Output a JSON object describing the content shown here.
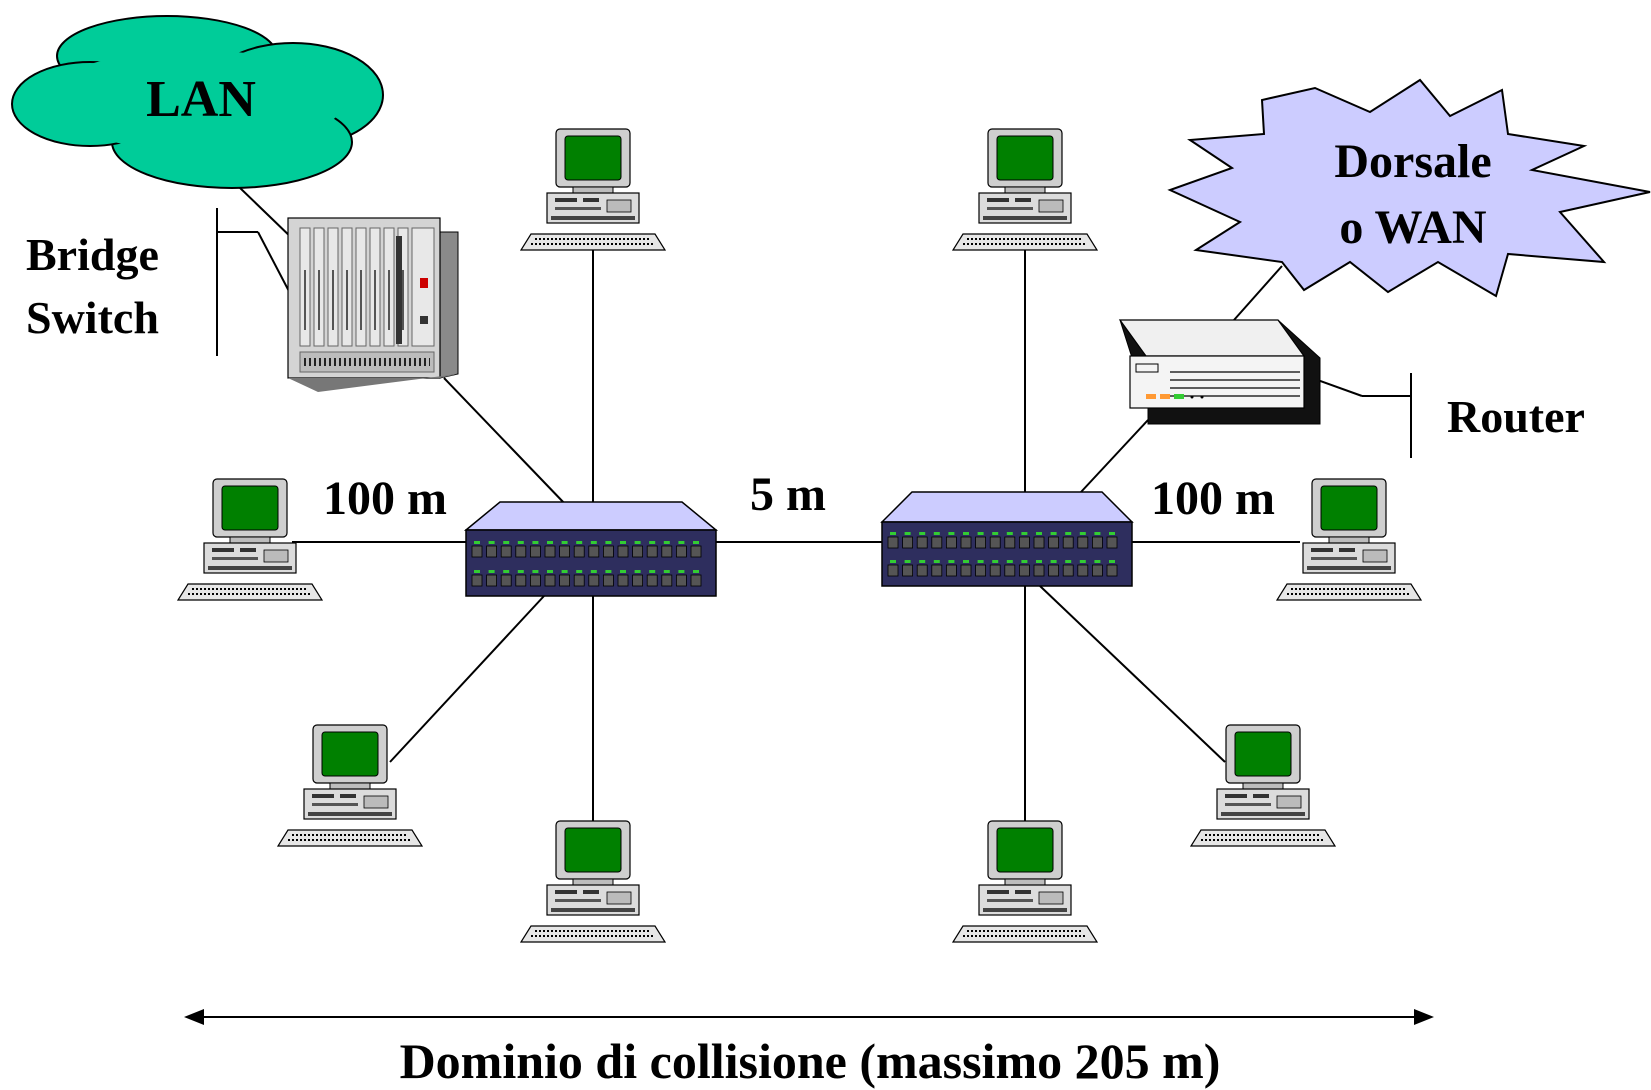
{
  "labels": {
    "lan": "LAN",
    "bridge": "Bridge",
    "switch": "Switch",
    "wan_line1": "Dorsale",
    "wan_line2": "o WAN",
    "router": "Router",
    "dist_left": "100 m",
    "dist_center": "5 m",
    "dist_right": "100 m",
    "collision_domain": "Dominio di collisione (massimo 205 m)"
  },
  "colors": {
    "cloud": "#00cc99",
    "wan_star": "#ccccff",
    "hub_top": "#ccccff",
    "screen": "#008000",
    "port_led": "#33cc33"
  }
}
